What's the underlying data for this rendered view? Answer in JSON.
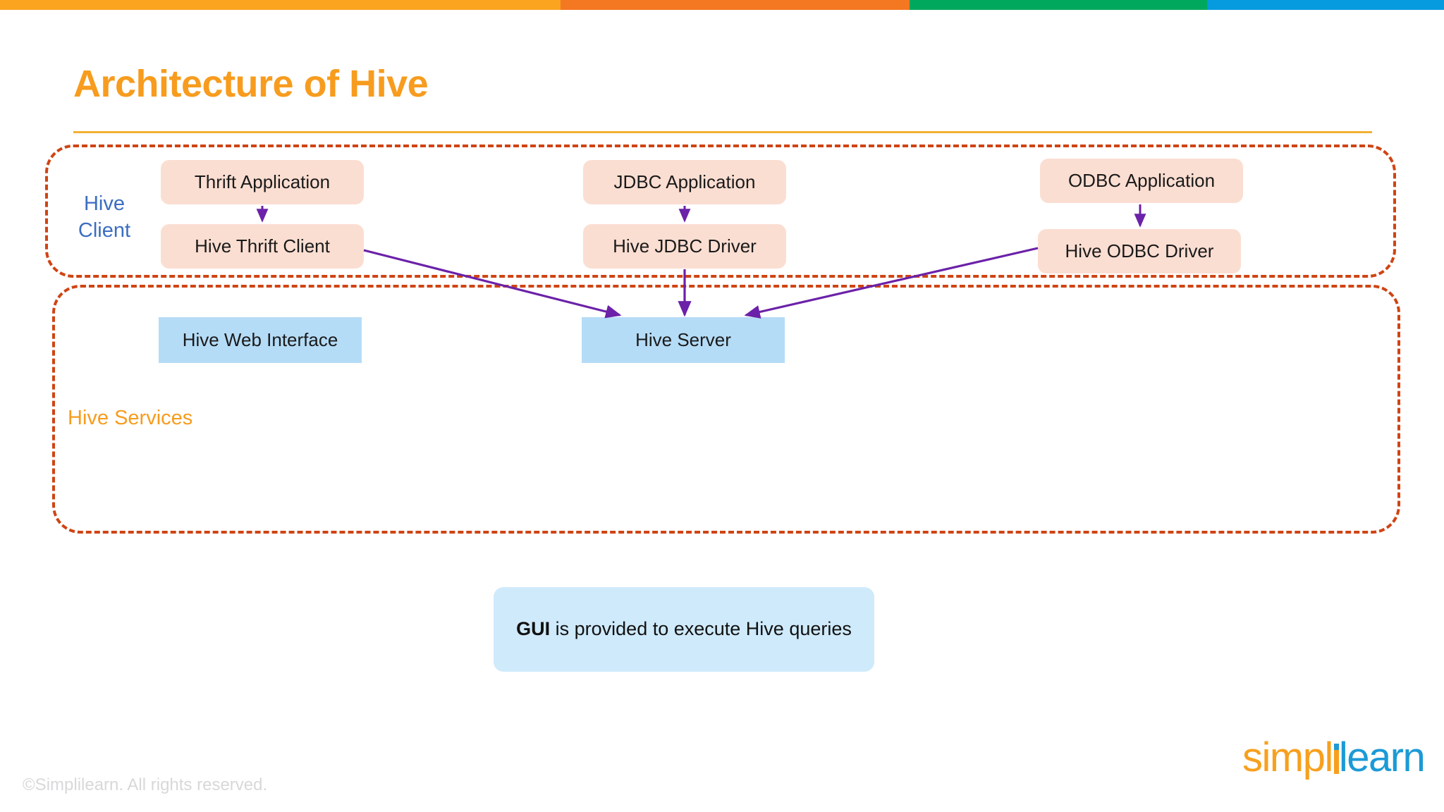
{
  "slide": {
    "title": "Architecture of Hive"
  },
  "topbar": {
    "segments": [
      {
        "name": "amber",
        "color": "#faa41f"
      },
      {
        "name": "orange",
        "color": "#f47722"
      },
      {
        "name": "green",
        "color": "#00a85d"
      },
      {
        "name": "blue",
        "color": "#069ade"
      }
    ]
  },
  "groups": {
    "client": {
      "label": "Hive\nClient",
      "label_color": "#3b6ec0",
      "border_color": "#cf4414"
    },
    "services": {
      "label": "Hive Services",
      "label_color": "#f79c1e",
      "border_color": "#cf4414"
    }
  },
  "nodes": {
    "client": [
      {
        "id": "thrift-app",
        "label": "Thrift Application",
        "color": "#fbded2"
      },
      {
        "id": "hive-thrift",
        "label": "Hive Thrift Client",
        "color": "#fbded2"
      },
      {
        "id": "jdbc-app",
        "label": "JDBC Application",
        "color": "#fbded2"
      },
      {
        "id": "hive-jdbc",
        "label": "Hive JDBC Driver",
        "color": "#fbded2"
      },
      {
        "id": "odbc-app",
        "label": "ODBC Application",
        "color": "#fbded2"
      },
      {
        "id": "hive-odbc",
        "label": "Hive ODBC Driver",
        "color": "#fbded2"
      }
    ],
    "services": [
      {
        "id": "hive-web",
        "label": "Hive Web Interface",
        "color": "#b5dcf7"
      },
      {
        "id": "hive-server",
        "label": "Hive Server",
        "color": "#b5dcf7"
      }
    ]
  },
  "arrows": {
    "color": "#6b21a8",
    "connections": [
      {
        "from": "thrift-app",
        "to": "hive-thrift"
      },
      {
        "from": "jdbc-app",
        "to": "hive-jdbc"
      },
      {
        "from": "odbc-app",
        "to": "hive-odbc"
      },
      {
        "from": "hive-thrift",
        "to": "hive-server"
      },
      {
        "from": "hive-jdbc",
        "to": "hive-server"
      },
      {
        "from": "hive-odbc",
        "to": "hive-server"
      }
    ]
  },
  "callout": {
    "emphasis": "GUI",
    "text": " is provided to execute Hive queries",
    "background": "#cfeafb"
  },
  "footer": {
    "copyright": "©Simplilearn. All rights reserved.",
    "logo": {
      "part1": "simpl",
      "part2": "learn",
      "part1_color": "#f7a01e",
      "part2_color": "#1c9ad6"
    }
  }
}
